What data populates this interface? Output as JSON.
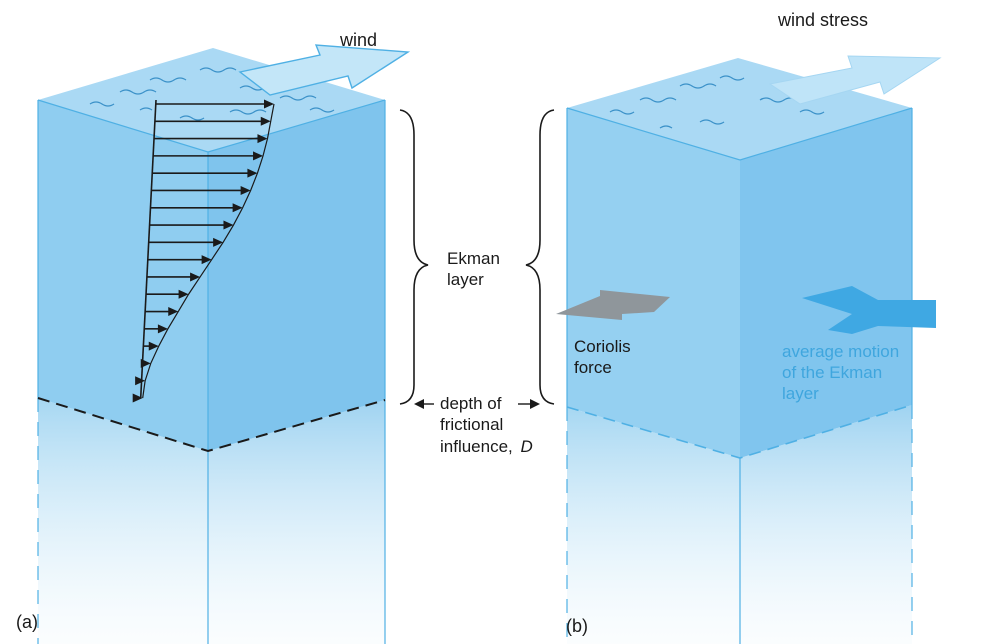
{
  "panel_a": {
    "tag": "(a)",
    "wind_label": "wind"
  },
  "panel_b": {
    "tag": "(b)",
    "wind_stress_label": "wind stress",
    "coriolis_line1": "Coriolis",
    "coriolis_line2": "force",
    "avg_line1": "average motion",
    "avg_line2": "of the Ekman",
    "avg_line3": "layer"
  },
  "center": {
    "ekman_line1": "Ekman",
    "ekman_line2": "layer",
    "depth_line1": "depth of",
    "depth_line2": "frictional",
    "depth_line3": "influence,",
    "depth_symbol": "D"
  },
  "velocity_profile": {
    "relative_lengths": [
      1.0,
      0.98,
      0.96,
      0.93,
      0.89,
      0.84,
      0.78,
      0.71,
      0.63,
      0.54,
      0.45,
      0.36,
      0.28,
      0.2,
      0.13,
      0.07,
      0.03,
      0.01
    ]
  },
  "colors": {
    "water_top": "#a9d8f3",
    "water_front": "#8fcdef",
    "water_side": "#7cc2ec",
    "water_edge": "#4fb0e4",
    "arrow_fill": "#bfe3f7",
    "coriolis_arrow": "#8f969b",
    "avg_arrow": "#3fa8e3",
    "text_blue": "#3fa6de",
    "ink": "#1a1a1a"
  }
}
